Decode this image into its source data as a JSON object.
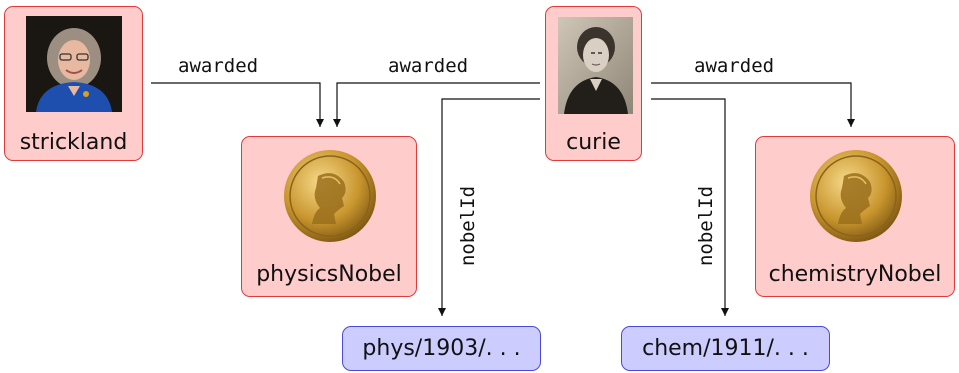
{
  "nodes": {
    "strickland": {
      "label": "strickland",
      "icon": "person-photo-icon"
    },
    "curie": {
      "label": "curie",
      "icon": "person-photo-icon"
    },
    "physicsNobel": {
      "label": "physicsNobel",
      "icon": "nobel-medal-icon"
    },
    "chemistryNobel": {
      "label": "chemistryNobel",
      "icon": "nobel-medal-icon"
    }
  },
  "literals": {
    "phys": {
      "label": "phys/1903/. . ."
    },
    "chem": {
      "label": "chem/1911/. . ."
    }
  },
  "edges": {
    "strickland_awarded": "awarded",
    "curie_awarded_physics": "awarded",
    "curie_awarded_chemistry": "awarded",
    "physics_nobelId": "nobelId",
    "chemistry_nobelId": "nobelId"
  },
  "colors": {
    "entity_fill": "#ffcccc",
    "entity_border": "#e23a3a",
    "literal_fill": "#ccccff",
    "literal_border": "#4a4ad8",
    "edge": "#111111"
  }
}
